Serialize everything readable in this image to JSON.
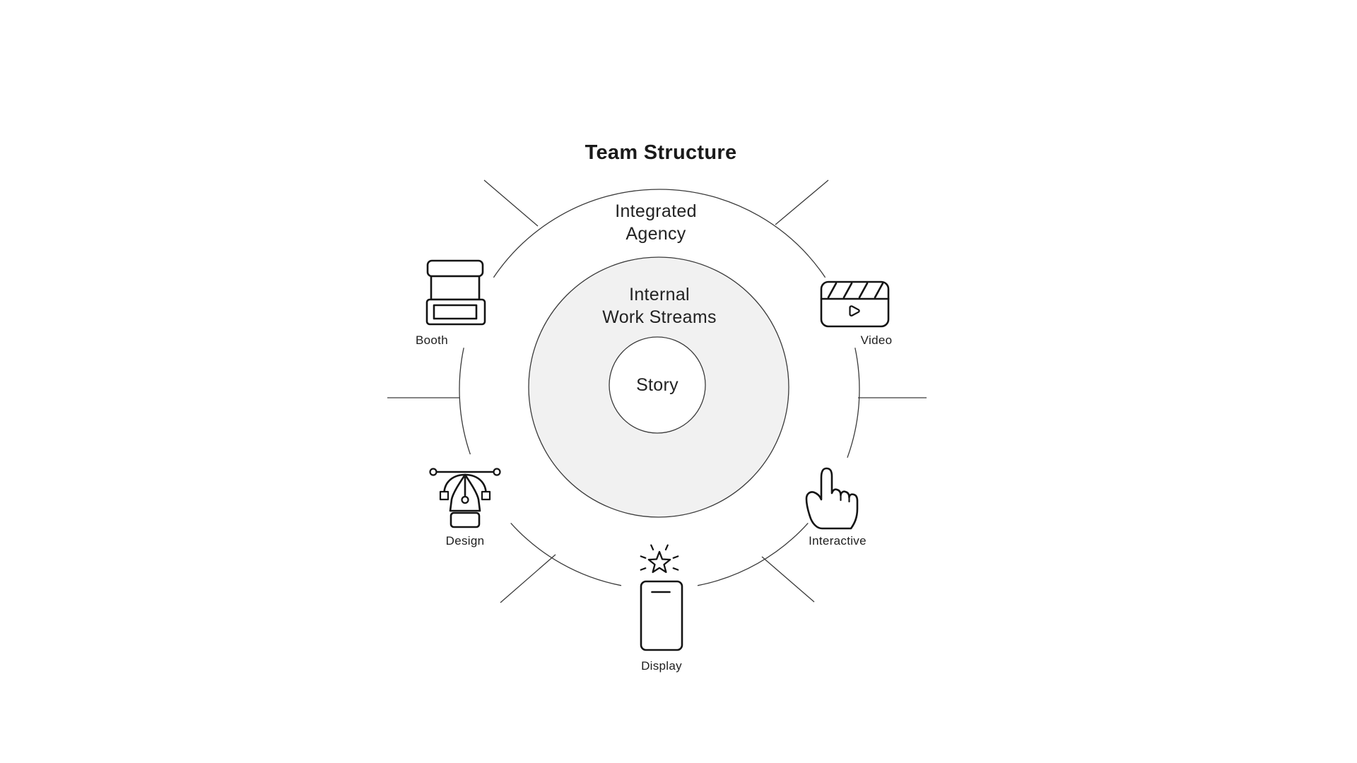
{
  "title": "Team Structure",
  "outer_ring": {
    "line1": "Integrated",
    "line2": "Agency"
  },
  "middle_ring": {
    "line1": "Internal",
    "line2": "Work Streams"
  },
  "center": {
    "label": "Story"
  },
  "spokes": [
    {
      "label": "Booth",
      "icon": "booth-icon"
    },
    {
      "label": "Video",
      "icon": "video-icon"
    },
    {
      "label": "Design",
      "icon": "design-icon"
    },
    {
      "label": "Interactive",
      "icon": "interactive-icon"
    },
    {
      "label": "Display",
      "icon": "display-icon"
    }
  ],
  "colors": {
    "background": "#ffffff",
    "ring_stroke": "#3a3a3a",
    "icon_stroke": "#141414",
    "text": "#1d1d1d",
    "middle_ring_fill": "#f1f1f1"
  }
}
